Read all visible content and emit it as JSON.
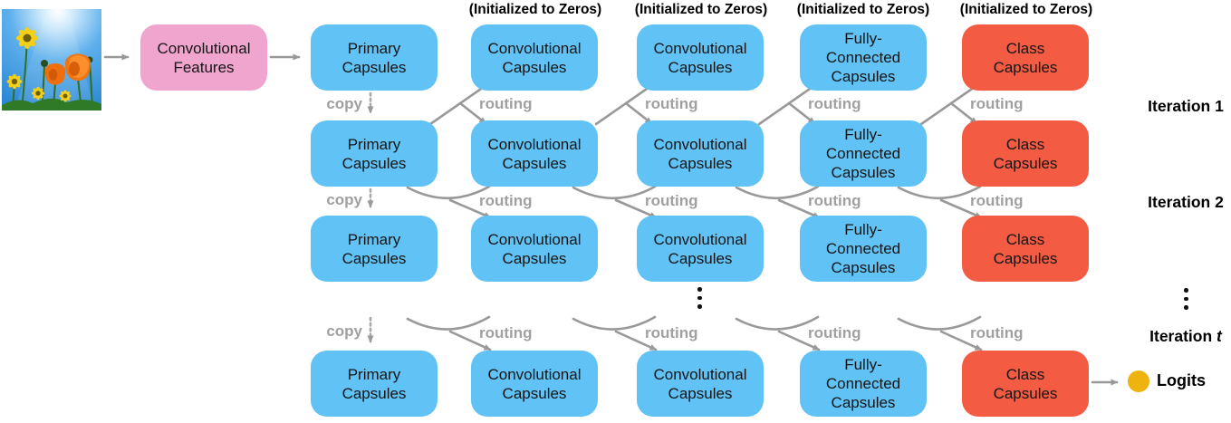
{
  "colors": {
    "capsule_blue": "#60c2f5",
    "feature_pink": "#f0a5cf",
    "class_red": "#f45b43",
    "logits_yellow": "#efb310",
    "arrow_gray": "#999999",
    "edge_label_gray": "#a0a0a0"
  },
  "input": {
    "image_name": "flower-field-photo"
  },
  "feature_box": "Convolutional\nFeatures",
  "headers": [
    "(Initialized to Zeros)",
    "(Initialized to Zeros)",
    "(Initialized to Zeros)",
    "(Initialized to Zeros)"
  ],
  "grid": {
    "rows": [
      {
        "cells": [
          "Primary\nCapsules",
          "Convolutional\nCapsules",
          "Convolutional\nCapsules",
          "Fully-\nConnected\nCapsules",
          "Class\nCapsules"
        ]
      },
      {
        "cells": [
          "Primary\nCapsules",
          "Convolutional\nCapsules",
          "Convolutional\nCapsules",
          "Fully-\nConnected\nCapsules",
          "Class\nCapsules"
        ]
      },
      {
        "cells": [
          "Primary\nCapsules",
          "Convolutional\nCapsules",
          "Convolutional\nCapsules",
          "Fully-\nConnected\nCapsules",
          "Class\nCapsules"
        ]
      },
      {
        "cells": [
          "Primary\nCapsules",
          "Convolutional\nCapsules",
          "Convolutional\nCapsules",
          "Fully-\nConnected\nCapsules",
          "Class\nCapsules"
        ]
      }
    ]
  },
  "edge_labels": {
    "copy": "copy",
    "routing": "routing"
  },
  "side": {
    "iteration_1": "Iteration 1",
    "iteration_2": "Iteration 2",
    "ellipsis": "⋮",
    "iteration_t_prefix": "Iteration ",
    "iteration_t_var": "t"
  },
  "middle_ellipsis": "⋮",
  "logits": "Logits"
}
